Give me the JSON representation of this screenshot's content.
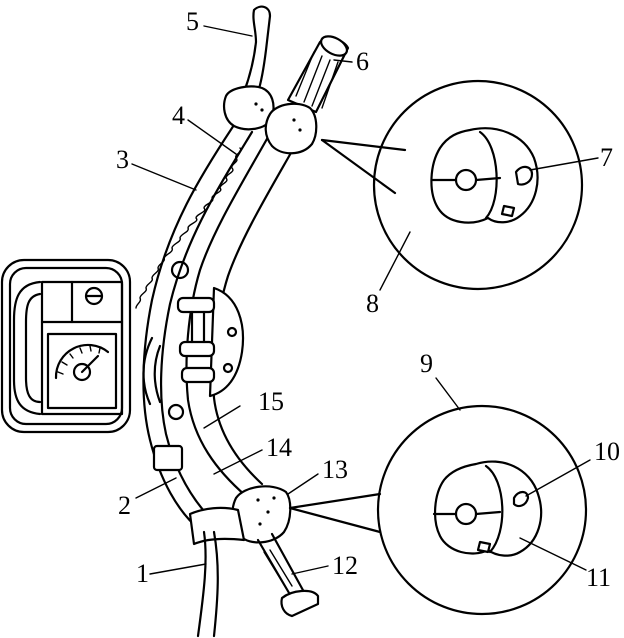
{
  "figure": {
    "callouts": [
      {
        "id": "c1",
        "label": "1"
      },
      {
        "id": "c2",
        "label": "2"
      },
      {
        "id": "c3",
        "label": "3"
      },
      {
        "id": "c4",
        "label": "4"
      },
      {
        "id": "c5",
        "label": "5"
      },
      {
        "id": "c6",
        "label": "6"
      },
      {
        "id": "c7",
        "label": "7"
      },
      {
        "id": "c8",
        "label": "8"
      },
      {
        "id": "c9",
        "label": "9"
      },
      {
        "id": "c10",
        "label": "10"
      },
      {
        "id": "c11",
        "label": "11"
      },
      {
        "id": "c12",
        "label": "12"
      },
      {
        "id": "c13",
        "label": "13"
      },
      {
        "id": "c14",
        "label": "14"
      },
      {
        "id": "c15",
        "label": "15"
      }
    ]
  }
}
